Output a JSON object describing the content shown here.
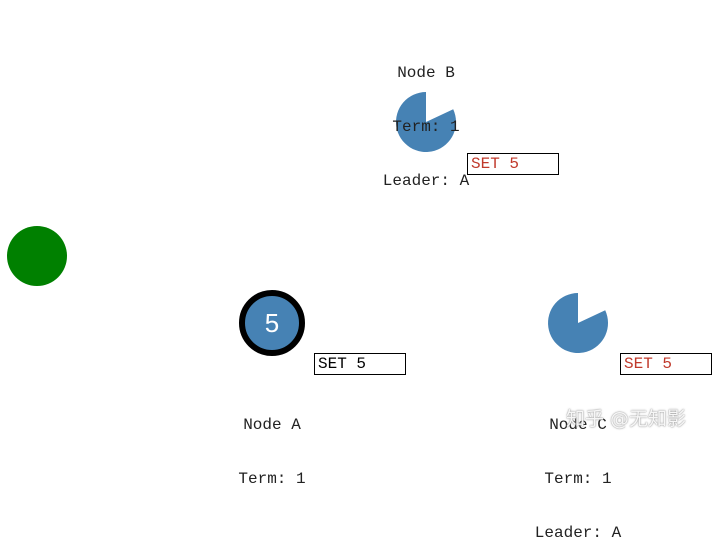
{
  "colors": {
    "node_fill": "#4682b4",
    "client_fill": "#008000",
    "leader_ring": "#000000",
    "committed_text": "#000000",
    "uncommitted_text": "#c0392b"
  },
  "client": {
    "icon": "client-circle"
  },
  "nodes": {
    "a": {
      "name": "Node A",
      "term": "Term: 1",
      "value": "5",
      "log": {
        "entry": "SET 5",
        "committed": true
      }
    },
    "b": {
      "name": "Node B",
      "term": "Term: 1",
      "leader": "Leader: A",
      "log": {
        "entry": "SET 5",
        "committed": false
      }
    },
    "c": {
      "name": "Node C",
      "term": "Term: 1",
      "leader": "Leader: A",
      "log": {
        "entry": "SET 5",
        "committed": false
      }
    }
  },
  "watermark": {
    "text": "知乎 @无知影"
  }
}
